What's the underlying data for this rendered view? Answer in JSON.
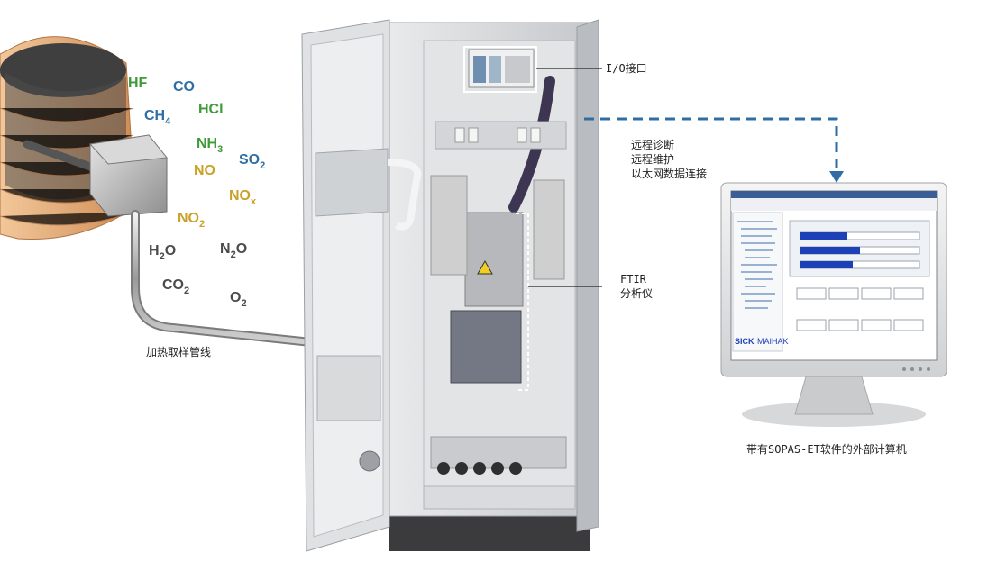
{
  "gases": [
    {
      "id": "hf",
      "label": "HF",
      "sub": "",
      "color": "green"
    },
    {
      "id": "co",
      "label": "CO",
      "sub": "",
      "color": "blue"
    },
    {
      "id": "ch4",
      "label": "CH",
      "sub": "4",
      "color": "blue"
    },
    {
      "id": "hcl",
      "label": "HCl",
      "sub": "",
      "color": "green"
    },
    {
      "id": "nh3",
      "label": "NH",
      "sub": "3",
      "color": "green"
    },
    {
      "id": "no",
      "label": "NO",
      "sub": "",
      "color": "gold"
    },
    {
      "id": "so2",
      "label": "SO",
      "sub": "2",
      "color": "blue"
    },
    {
      "id": "nox",
      "label": "NO",
      "sub": "x",
      "color": "gold"
    },
    {
      "id": "no2",
      "label": "NO",
      "sub": "2",
      "color": "gold"
    },
    {
      "id": "h2o",
      "label": "H",
      "sub": "2",
      "tail": "O",
      "color": "gray"
    },
    {
      "id": "n2o",
      "label": "N",
      "sub": "2",
      "tail": "O",
      "color": "gray"
    },
    {
      "id": "co2",
      "label": "CO",
      "sub": "2",
      "color": "gray"
    },
    {
      "id": "o2",
      "label": "O",
      "sub": "2",
      "color": "gray"
    }
  ],
  "labels": {
    "io": "I/O接口",
    "remote_1": "远程诊断",
    "remote_2": "远程维护",
    "remote_3": "以太网数据连接",
    "ftir_1": "FTIR",
    "ftir_2": "分析仪",
    "line": "加热取样管线",
    "computer": "带有SOPAS-ET软件的外部计算机"
  },
  "monitor": {
    "brand_1": "SICK",
    "brand_2": "MAIHAK"
  },
  "colors": {
    "green": "#3f9a3a",
    "blue": "#2f6ea4",
    "gold": "#c9a227",
    "gray": "#4b4b4b",
    "dashed": "#2f6ea4",
    "brick": "#d9a070",
    "cabinet": "#d7d9dc"
  }
}
